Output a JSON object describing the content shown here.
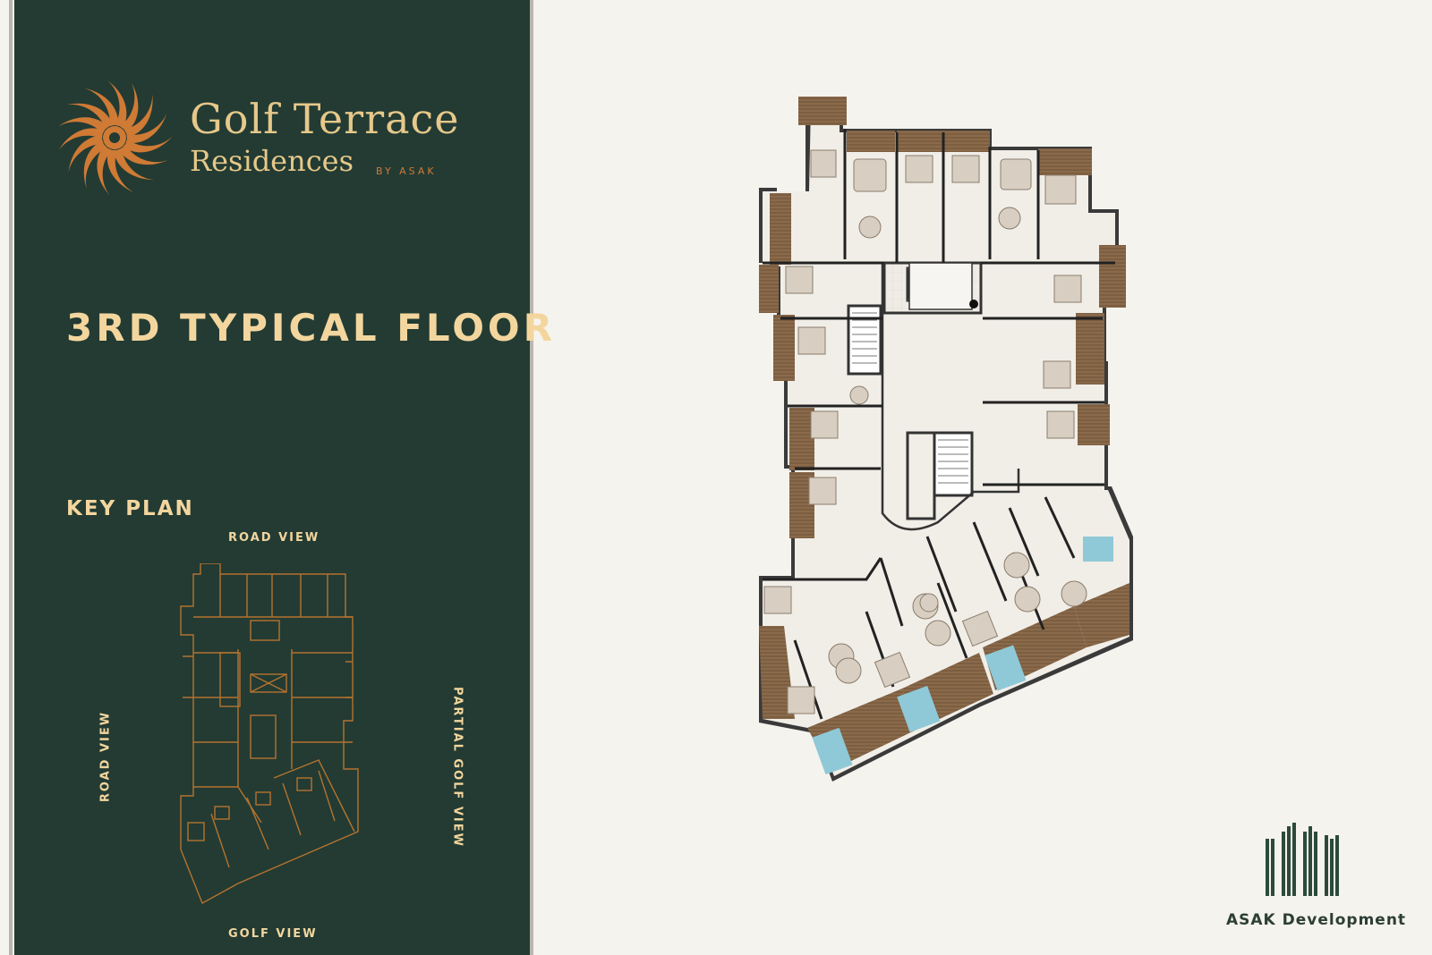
{
  "brand": {
    "name": "Golf Terrace",
    "subtitle": "Residences",
    "by": "BY ASAK",
    "logo_icon": "flower-swirl-icon",
    "colors": {
      "panel": "#233b33",
      "gold": "#f3d69e",
      "orange": "#cf7a35"
    }
  },
  "floor": {
    "title": "3RD TYPICAL FLOOR"
  },
  "key_plan": {
    "title": "KEY PLAN",
    "views": {
      "top": "ROAD VIEW",
      "bottom": "GOLF VIEW",
      "left": "ROAD VIEW",
      "right": "PARTIAL GOLF VIEW"
    }
  },
  "developer": {
    "name": "ASAK Development",
    "logo_icon": "building-bars-icon"
  }
}
